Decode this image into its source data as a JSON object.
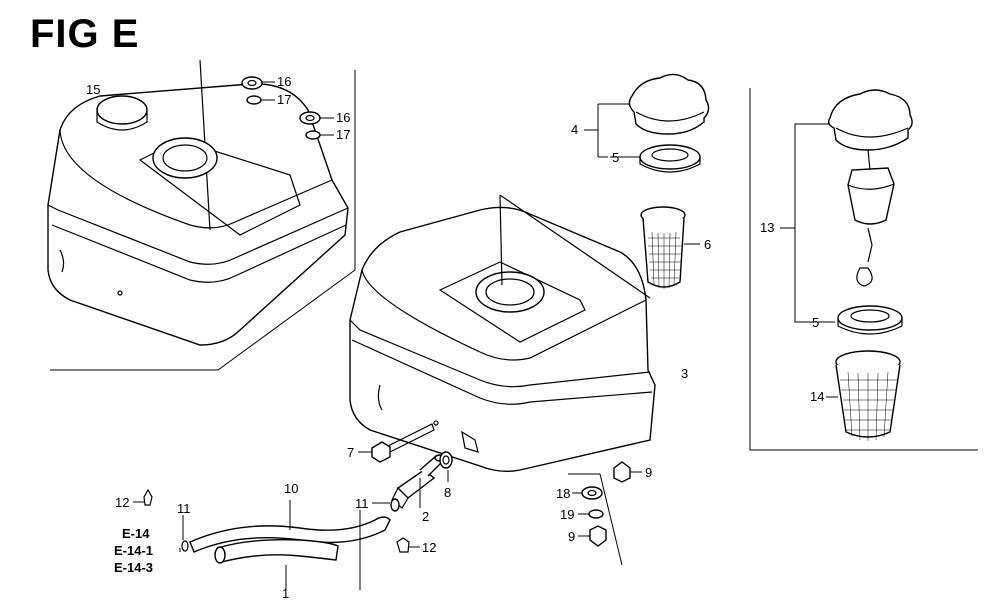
{
  "figure_title": "FIG E",
  "labels": {
    "p15": "15",
    "p16a": "16",
    "p17a": "17",
    "p16b": "16",
    "p17b": "17",
    "p4": "4",
    "p5a": "5",
    "p6": "6",
    "p3": "3",
    "p13": "13",
    "p5b": "5",
    "p14": "14",
    "p7": "7",
    "p8": "8",
    "p9a": "9",
    "p18": "18",
    "p19": "19",
    "p9b": "9",
    "p11a": "11",
    "p2": "2",
    "p12a": "12",
    "p12b": "12",
    "p11b": "11",
    "p10": "10",
    "p1": "1"
  },
  "refs": {
    "r1": "E-14",
    "r2": "E-14-1",
    "r3": "E-14-3"
  }
}
